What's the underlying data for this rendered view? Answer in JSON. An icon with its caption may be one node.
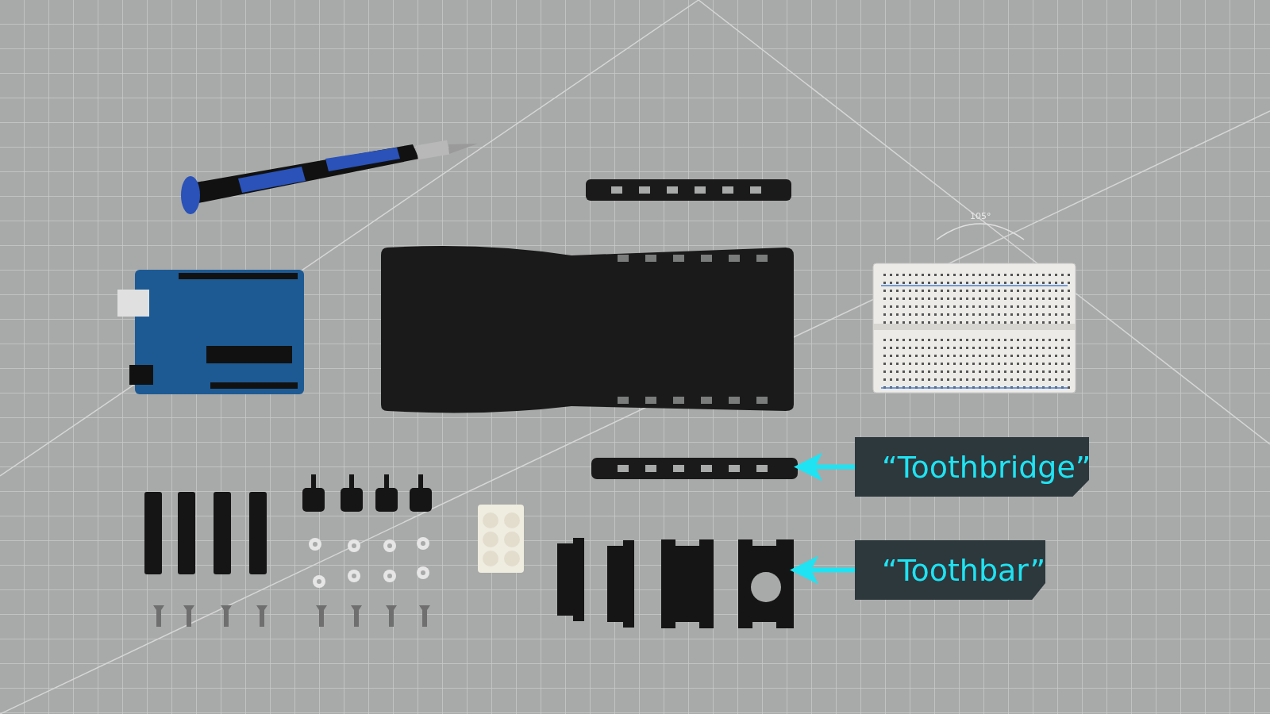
{
  "diagram": {
    "nodes": [
      {
        "text": [
          "“Toothbridge”"
        ]
      },
      {
        "text": [],
        "shape": "picture"
      },
      {
        "text": [
          "“Toothbar”"
        ]
      },
      {
        "text": [],
        "shape": "picture"
      }
    ],
    "edges": [
      {
        "from": 0,
        "to": 1,
        "arrow": "to"
      },
      {
        "from": 2,
        "to": 3,
        "arrow": "to"
      }
    ],
    "labels": [
      "105°"
    ]
  }
}
